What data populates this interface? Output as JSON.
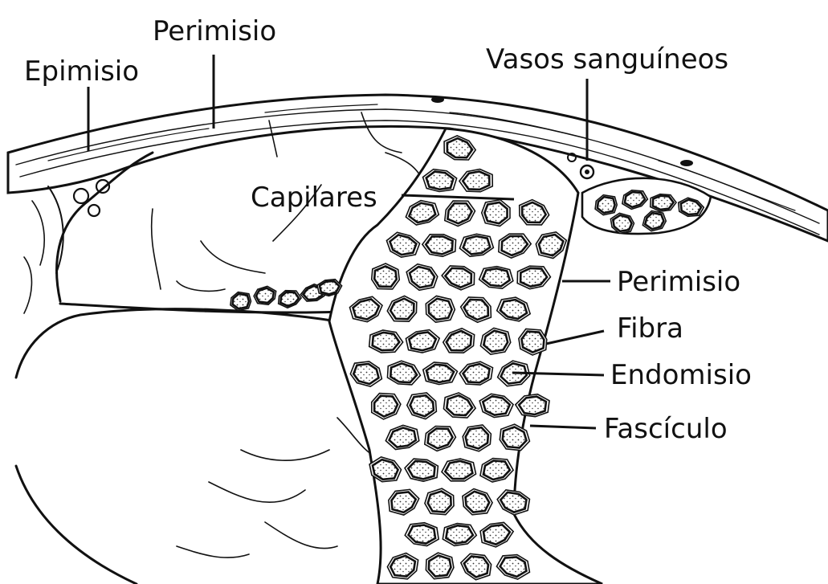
{
  "labels": {
    "epimisio": "Epimisio",
    "perimisio_top": "Perimisio",
    "vasos": "Vasos sanguíneos",
    "capilares": "Capilares",
    "perimisio_right": "Perimisio",
    "fibra": "Fibra",
    "endomisio": "Endomisio",
    "fasciculo": "Fascículo"
  }
}
